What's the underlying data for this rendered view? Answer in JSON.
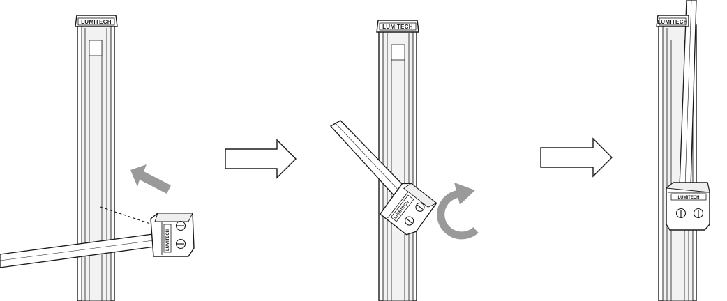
{
  "diagram": {
    "brand_label": "LUMITECH",
    "steps": [
      {
        "id": "step-1",
        "action": "insert"
      },
      {
        "id": "step-2",
        "action": "rotate"
      },
      {
        "id": "step-3",
        "action": "installed"
      }
    ],
    "colors": {
      "line": "#1a1a1a",
      "rail_fill": "#ffffff",
      "rail_shade": "#e9e9e9",
      "action_arrow": "#9a9a9a"
    },
    "icons": [
      "insert-arrow-icon",
      "process-arrow-icon",
      "rotate-arrow-icon",
      "screw-icon"
    ]
  }
}
